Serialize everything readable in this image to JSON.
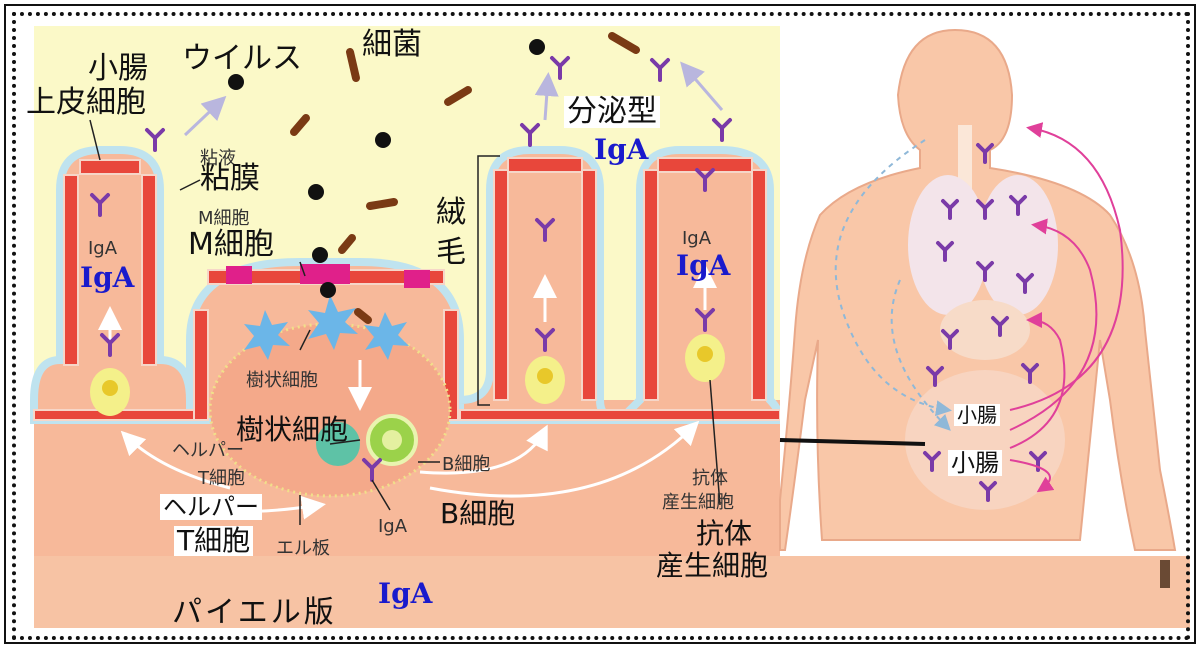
{
  "labels": {
    "small_intestine": "小腸",
    "epithelial_cell": "上皮細胞",
    "virus": "ウイルス",
    "bacteria": "細菌",
    "mucus_small": "粘液",
    "mucosa": "粘膜",
    "m_cell_small": "M細胞",
    "m_cell": "M細胞",
    "villus_1": "絨",
    "villus_2": "毛",
    "secretory_type": "分泌型",
    "iga": "IgA",
    "iga_small_left": "IgA",
    "iga_small_right": "IgA",
    "dendritic_cell_small": "樹状細胞",
    "dendritic_cell": "樹状細胞",
    "helper_small_1": "ヘルパー",
    "helper_small_2": "T細胞",
    "helper_1": "ヘルパー",
    "helper_2": "T細胞",
    "b_cell_small": "B細胞",
    "b_cell": "B細胞",
    "iga_small_bottom": "IgA",
    "antibody_small_1": "抗体",
    "antibody_small_2": "産生細胞",
    "antibody_1": "抗体",
    "antibody_2": "産生細胞",
    "peyer_small": "エル板",
    "peyer": "パイエル版",
    "body_si_1": "小腸",
    "body_si_2": "小腸"
  },
  "colors": {
    "mucus_bg": "#fbf9c8",
    "tissue": "#f7b99a",
    "epithelium": "#e8473b",
    "mucosa_line": "#bfe3ef",
    "m_cell": "#e0208a",
    "iga_text": "#1a1acc",
    "body_skin": "#f9c7a8",
    "arrow_pink": "#e0409a",
    "antibody_purple": "#7a3aa8"
  },
  "icons": [
    "virus-icon",
    "bacteria-icon",
    "antibody-icon",
    "dendritic-cell-icon",
    "b-cell-icon",
    "plasma-cell-icon"
  ]
}
